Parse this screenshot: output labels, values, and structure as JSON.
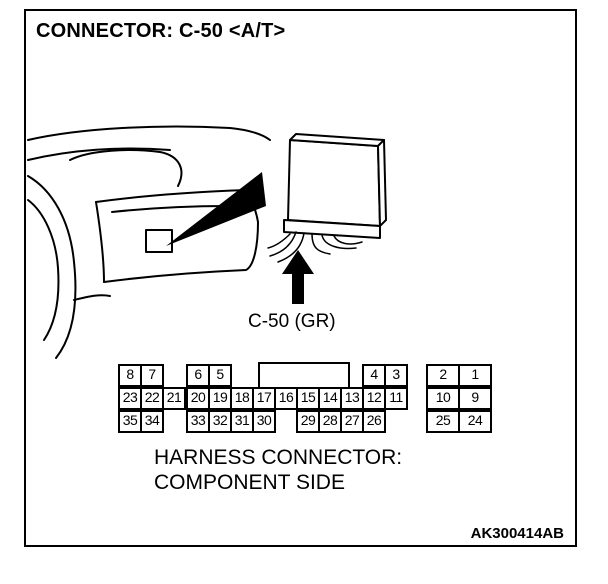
{
  "title": "CONNECTOR: C-50 <A/T>",
  "connector_label": "C-50 (GR)",
  "harness_caption": [
    "HARNESS CONNECTOR:",
    "COMPONENT SIDE"
  ],
  "figure_code": "AK300414AB",
  "pins": {
    "top": [
      "8",
      "7",
      "6",
      "5",
      "4",
      "3",
      "2",
      "1"
    ],
    "middle": [
      "23",
      "22",
      "21",
      "20",
      "19",
      "18",
      "17",
      "16",
      "15",
      "14",
      "13",
      "12",
      "11",
      "10",
      "9"
    ],
    "bottom": [
      "35",
      "34",
      "33",
      "32",
      "31",
      "30",
      "29",
      "28",
      "27",
      "26",
      "25",
      "24"
    ]
  },
  "colors": {
    "line": "#000000",
    "background": "#ffffff"
  }
}
